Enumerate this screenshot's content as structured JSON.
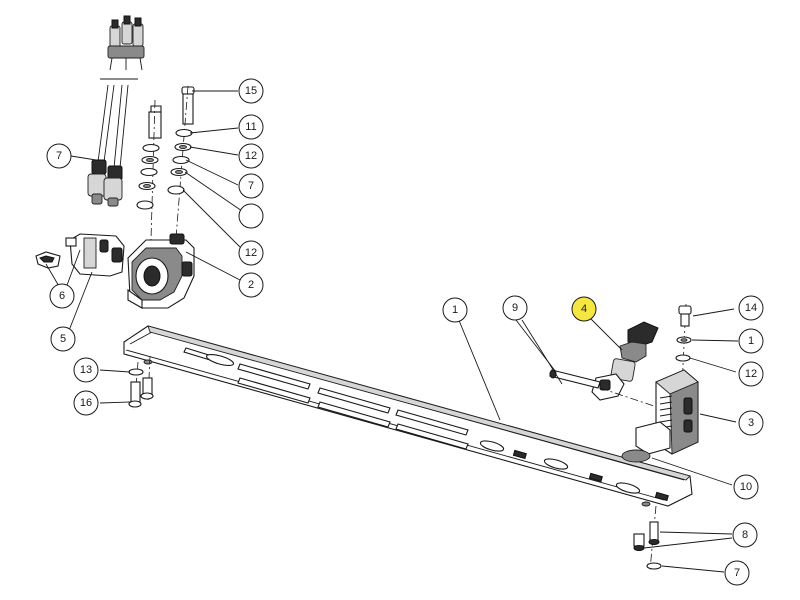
{
  "diagram": {
    "highlight_color": "#f5e642",
    "callouts": [
      {
        "id": "c15",
        "label": "15"
      },
      {
        "id": "c11",
        "label": "11"
      },
      {
        "id": "c12a",
        "label": "12"
      },
      {
        "id": "c7a",
        "label": "7"
      },
      {
        "id": "c7b",
        "label": "7"
      },
      {
        "id": "cblank",
        "label": ""
      },
      {
        "id": "c12b",
        "label": "12"
      },
      {
        "id": "c2",
        "label": "2"
      },
      {
        "id": "c6",
        "label": "6"
      },
      {
        "id": "c5",
        "label": "5"
      },
      {
        "id": "c1a",
        "label": "1"
      },
      {
        "id": "c9",
        "label": "9"
      },
      {
        "id": "c4",
        "label": "4",
        "highlighted": true
      },
      {
        "id": "c14",
        "label": "14"
      },
      {
        "id": "c1b",
        "label": "1"
      },
      {
        "id": "c12c",
        "label": "12"
      },
      {
        "id": "c3",
        "label": "3"
      },
      {
        "id": "c13",
        "label": "13"
      },
      {
        "id": "c16",
        "label": "16"
      },
      {
        "id": "c10",
        "label": "10"
      },
      {
        "id": "c8",
        "label": "8"
      },
      {
        "id": "c7c",
        "label": "7"
      }
    ]
  }
}
